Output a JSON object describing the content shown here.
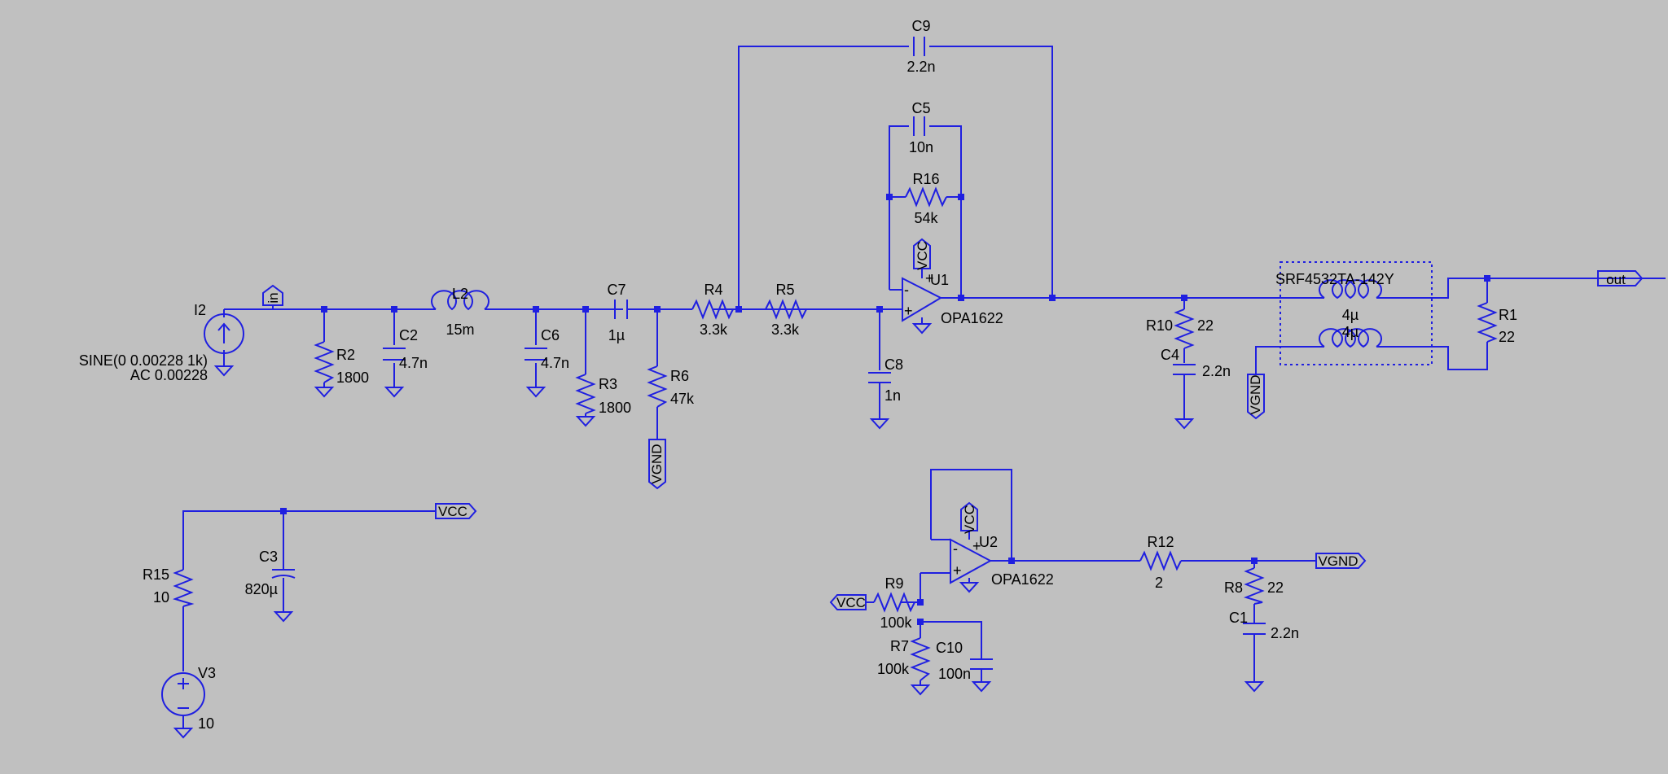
{
  "schematic": {
    "background": "#c0c0c0",
    "wire_color": "#1f1fe0",
    "components": {
      "C9": {
        "name": "C9",
        "value": "2.2n"
      },
      "C5": {
        "name": "C5",
        "value": "10n"
      },
      "R16": {
        "name": "R16",
        "value": "54k"
      },
      "U1": {
        "name": "U1",
        "model": "OPA1622"
      },
      "I2": {
        "name": "I2",
        "line1": "SINE(0 0.00228 1k)",
        "line2": "AC 0.00228"
      },
      "R2": {
        "name": "R2",
        "value": "1800"
      },
      "C2": {
        "name": "C2",
        "value": "4.7n"
      },
      "L2": {
        "name": "L2",
        "value": "15m"
      },
      "C6": {
        "name": "C6",
        "value": "4.7n"
      },
      "R3": {
        "name": "R3",
        "value": "1800"
      },
      "C7": {
        "name": "C7",
        "value": "1µ"
      },
      "R6": {
        "name": "R6",
        "value": "47k"
      },
      "R4": {
        "name": "R4",
        "value": "3.3k"
      },
      "R5": {
        "name": "R5",
        "value": "3.3k"
      },
      "C8": {
        "name": "C8",
        "value": "1n"
      },
      "R10": {
        "name": "R10",
        "value": "22"
      },
      "C4": {
        "name": "C4",
        "value": "2.2n"
      },
      "CM": {
        "model": "SRF4532TA-142Y",
        "value_top": "4µ",
        "value_bottom": "4µ"
      },
      "R1": {
        "name": "R1",
        "value": "22"
      },
      "R15": {
        "name": "R15",
        "value": "10"
      },
      "C3": {
        "name": "C3",
        "value": "820µ"
      },
      "V3": {
        "name": "V3",
        "value": "10"
      },
      "U2": {
        "name": "U2",
        "model": "OPA1622"
      },
      "R9": {
        "name": "R9",
        "value": "100k"
      },
      "R7": {
        "name": "R7",
        "value": "100k"
      },
      "C10": {
        "name": "C10",
        "value": "100n"
      },
      "R12": {
        "name": "R12",
        "value": "2"
      },
      "R8": {
        "name": "R8",
        "value": "22"
      },
      "C1": {
        "name": "C1",
        "value": "2.2n"
      }
    },
    "net_labels": {
      "in": "in",
      "out": "out",
      "vcc": "VCC",
      "vgnd": "VGND"
    },
    "pin_signs": {
      "minus": "-",
      "plus": "+"
    }
  }
}
